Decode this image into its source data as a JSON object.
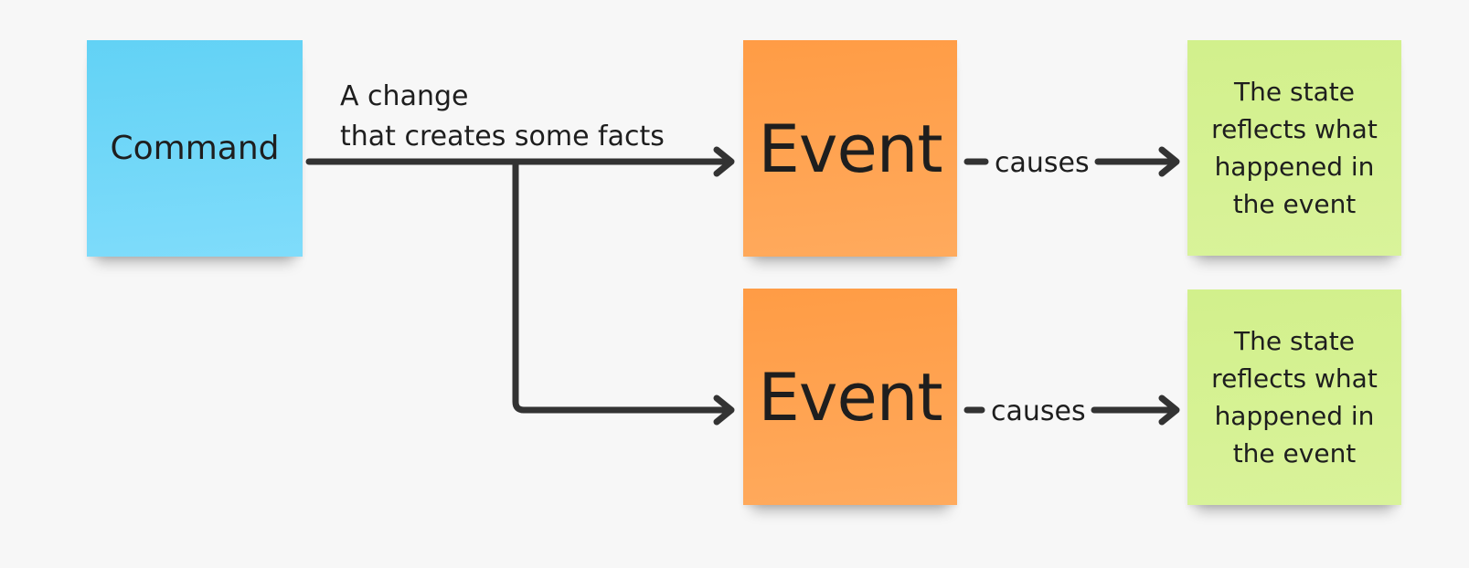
{
  "diagram": {
    "command": {
      "label": "Command",
      "color": "#6fd6f8"
    },
    "change_label": {
      "line1": "A change",
      "line2": "that creates some facts"
    },
    "events": [
      {
        "label": "Event",
        "color": "#ffa14f"
      },
      {
        "label": "Event",
        "color": "#ffa14f"
      }
    ],
    "causes_labels": [
      "causes",
      "causes"
    ],
    "states": [
      {
        "text": "The state reflects what happened in the event",
        "color": "#d5f193"
      },
      {
        "text": "The state reflects what happened in the event",
        "color": "#d5f193"
      }
    ],
    "connector_color": "#333333",
    "background_color": "#f7f7f7"
  }
}
